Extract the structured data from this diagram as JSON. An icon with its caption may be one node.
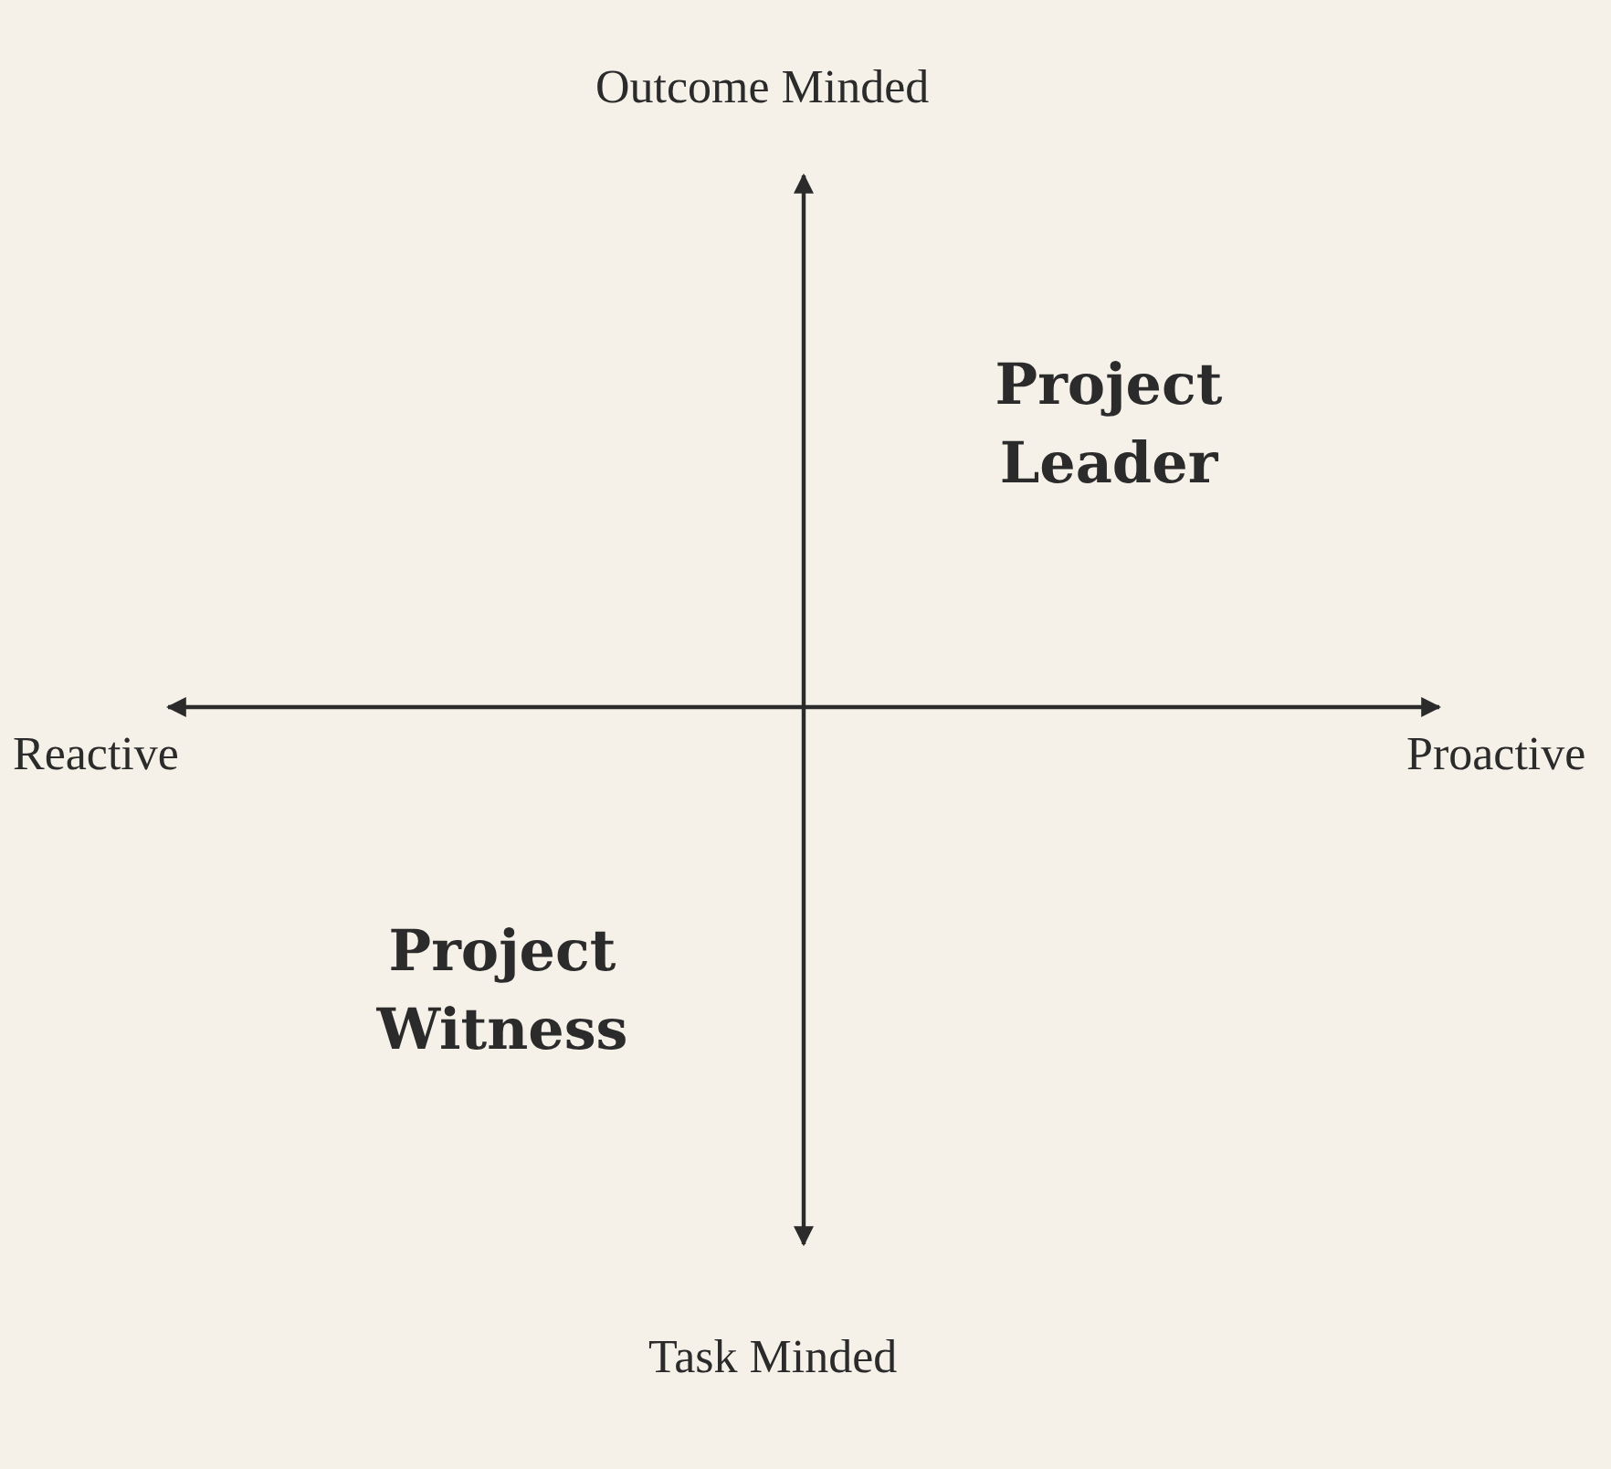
{
  "diagram": {
    "labels": [
      "Outcome Minded",
      "Project Leader",
      "Reactive",
      "Proactive",
      "Project Witness",
      "Task Minded"
    ]
  }
}
